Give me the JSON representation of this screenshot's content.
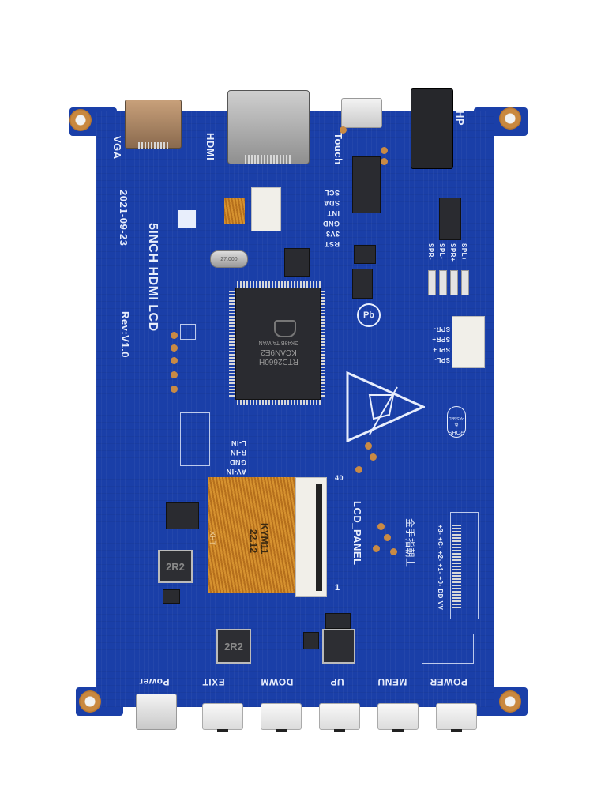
{
  "board": {
    "title": "5INCH HDMI LCD",
    "date": "2021-09-23",
    "revision": "Rev:V1.0",
    "pcb_color": "#1a3fa8",
    "silkscreen_color": "#e8eefc"
  },
  "top_connectors": {
    "vga_label": "VGA",
    "hdmi_label": "HDMI",
    "touch_label": "Touch",
    "hp_label": "HP"
  },
  "touch_pins": [
    "SCL",
    "SDA",
    "INT",
    "GND",
    "3V3",
    "RST"
  ],
  "speaker_pins_top": [
    "SPR-",
    "SPL-",
    "SPR+",
    "SPL+"
  ],
  "speaker_pins_connector": [
    "SPR-",
    "SPR+",
    "SPL+",
    "SPL-"
  ],
  "av_pins": [
    "L-IN",
    "R-IN",
    "GND",
    "AV-IN"
  ],
  "main_chip": {
    "line1": "RTD2660H",
    "line2": "KCAN9E2",
    "line3": "GK49B TAIWAN"
  },
  "crystal_label": "27.000",
  "rohs": {
    "line1": "ROHS",
    "line2": "&",
    "line3": "PASSED"
  },
  "lcd_panel_label": "LCD_PANEL",
  "lcd_pin_40": "40",
  "lcd_pin_1": "1",
  "flex_cable": {
    "brand": "XHT",
    "code1": "KYM11",
    "code2": "22.12",
    "pin_top": "40",
    "pin_bottom": "1"
  },
  "fpc_note": "金手指朝上",
  "fpc_pins": "+3- +C- +2- +1- +0- DD VV",
  "inductor_label": "2R2",
  "buttons": [
    {
      "label": "EXIT"
    },
    {
      "label": "DOWM"
    },
    {
      "label": "UP"
    },
    {
      "label": "MENU"
    },
    {
      "label": "POWER"
    }
  ],
  "power_usb_label": "Power"
}
